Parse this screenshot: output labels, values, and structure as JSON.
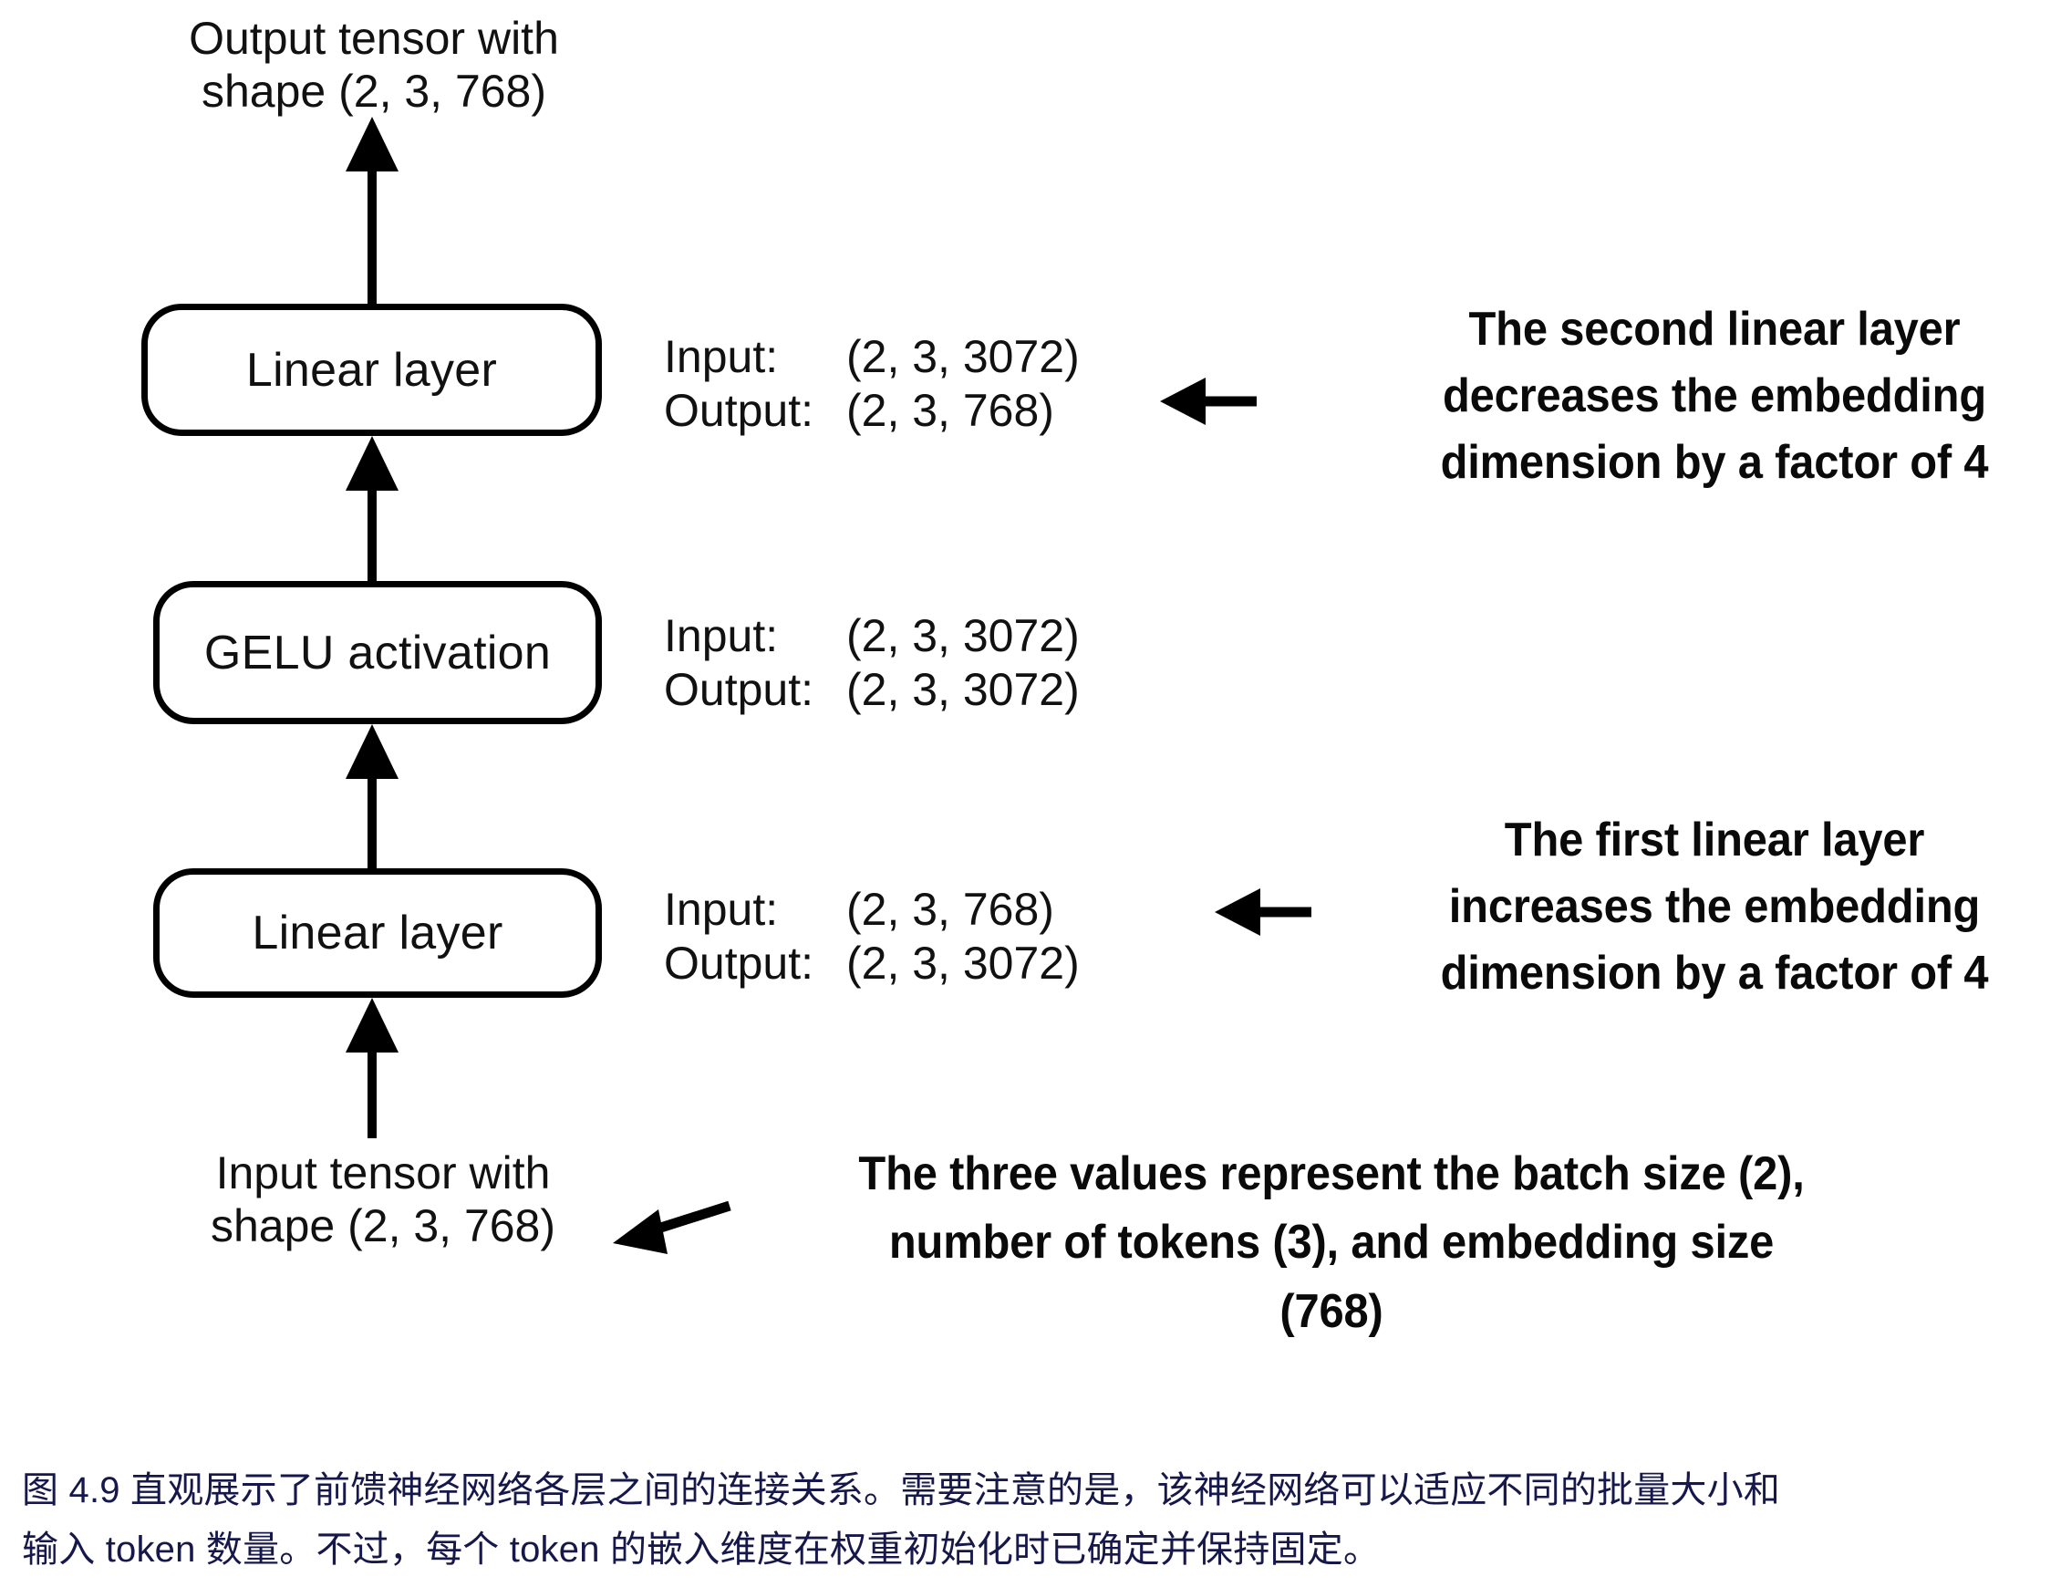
{
  "figure": {
    "top_label": "Output tensor with\nshape (2, 3, 768)",
    "bottom_label": "Input tensor with\nshape (2, 3, 768)",
    "blocks": [
      {
        "name": "linear-layer-2",
        "label": "Linear layer",
        "input_key": "Input:",
        "input_value": "(2, 3, 3072)",
        "output_key": "Output:",
        "output_value": "(2, 3, 768)"
      },
      {
        "name": "gelu-activation",
        "label": "GELU activation",
        "input_key": "Input:",
        "input_value": "(2, 3, 3072)",
        "output_key": "Output:",
        "output_value": "(2, 3, 3072)"
      },
      {
        "name": "linear-layer-1",
        "label": "Linear layer",
        "input_key": "Input:",
        "input_value": "(2, 3, 768)",
        "output_key": "Output:",
        "output_value": "(2, 3, 3072)"
      }
    ],
    "notes": [
      {
        "name": "note-second-linear",
        "lines": [
          "The second linear layer",
          "decreases the embedding",
          "dimension by a factor of 4"
        ]
      },
      {
        "name": "note-first-linear",
        "lines": [
          "The first linear layer",
          "increases the embedding",
          "dimension by a factor of 4"
        ]
      },
      {
        "name": "note-three-values",
        "lines": [
          "The three values represent the batch size (2),",
          "number of tokens (3), and embedding size",
          "(768)"
        ]
      }
    ],
    "colors": {
      "stroke": "#000000",
      "text": "#111111",
      "caption": "#16174a",
      "background": "#ffffff"
    }
  },
  "caption": {
    "line1": "图 4.9 直观展示了前馈神经网络各层之间的连接关系。需要注意的是，该神经网络可以适应不同的批量大小和",
    "line2": "输入 token 数量。不过，每个 token 的嵌入维度在权重初始化时已确定并保持固定。"
  }
}
